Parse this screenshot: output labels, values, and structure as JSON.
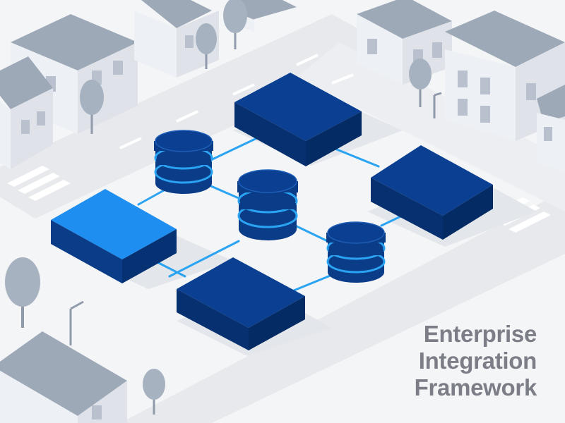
{
  "caption": {
    "lines": [
      "Enterprise",
      "Integration",
      "Framework"
    ]
  },
  "colors": {
    "background": "#f4f5f7",
    "road": "#e6e8ec",
    "house_roof": "#9ea9b8",
    "house_wall": "#edf0f4",
    "tree": "#a7b2c1",
    "link": "#2aa3f2",
    "block_light_top": "#1e8ff0",
    "block_dark_top": "#0a3f91",
    "block_side": "#06306f",
    "database_band": "#2aa3f2",
    "caption_text": "#7b7e86"
  },
  "icons": [
    "database-icon",
    "server-block-icon",
    "house-icon",
    "tree-icon",
    "street-lamp-icon"
  ]
}
